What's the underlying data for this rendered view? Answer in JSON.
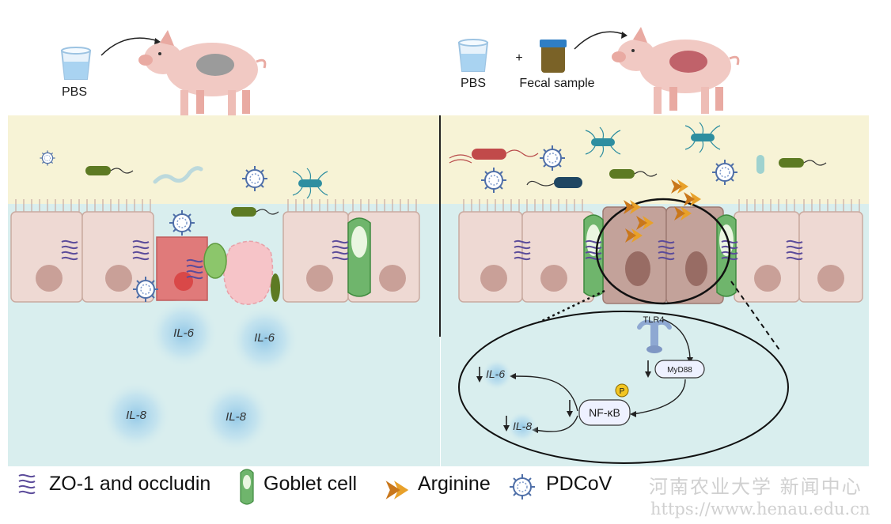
{
  "left_top": {
    "pbs_label": "PBS"
  },
  "right_top": {
    "pbs_label": "PBS",
    "plus": "+",
    "fecal_label": "Fecal sample"
  },
  "left_cytokines": [
    "IL-6",
    "IL-6",
    "IL-8",
    "IL-8"
  ],
  "pathway": {
    "receptor": "TLR4",
    "adaptor": "MyD88",
    "factor": "NF-κB",
    "phospho": "P",
    "down_il6": "IL-6",
    "down_il8": "IL-8"
  },
  "legend": {
    "zo1": "ZO-1 and occludin",
    "goblet": "Goblet cell",
    "arginine": "Arginine",
    "pdcov": "PDCoV"
  },
  "watermark": {
    "line1": "河南农业大学 新闻中心",
    "line2": "https://www.henau.edu.cn"
  },
  "colors": {
    "lumen": "#f7f3d6",
    "lamina": "#d9eeee",
    "cell": "#eed9d3",
    "goblet": "#6fb56c",
    "arginine": "#e8a12a",
    "virus": "#4f6fa8"
  }
}
